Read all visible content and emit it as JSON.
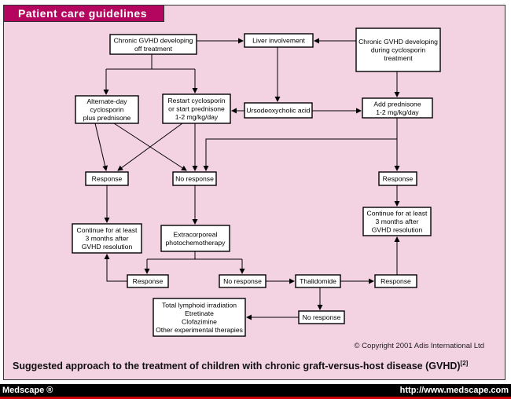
{
  "banner": "Patient care guidelines",
  "nodes": {
    "off_treatment": [
      "Chronic GVHD developing",
      "off treatment"
    ],
    "liver": [
      "Liver involvement"
    ],
    "during_cyclosporin": [
      "Chronic GVHD developing",
      "during cyclosporin",
      "treatment"
    ],
    "alternate_day": [
      "Alternate-day",
      "cyclosporin",
      "plus prednisone"
    ],
    "restart": [
      "Restart cyclosporin",
      "or start prednisone",
      "1-2 mg/kg/day"
    ],
    "urso": [
      "Ursodeoxycholic acid"
    ],
    "add_prednisone": [
      "Add prednisone",
      "1-2 mg/kg/day"
    ],
    "response_left": [
      "Response"
    ],
    "no_response_mid": [
      "No response"
    ],
    "response_right": [
      "Response"
    ],
    "continue_left": [
      "Continue for at least",
      "3 months after",
      "GVHD resolution"
    ],
    "extracorporeal": [
      "Extracorporeal",
      "photochemotherapy"
    ],
    "continue_right": [
      "Continue for at least",
      "3 months after",
      "GVHD resolution"
    ],
    "response_bottom": [
      "Response"
    ],
    "no_response_bottom": [
      "No response"
    ],
    "thalidomide": [
      "Thalidomide"
    ],
    "response_thal": [
      "Response"
    ],
    "no_response_thal": [
      "No response"
    ],
    "other_therapies": [
      "Total lymphoid irradiation",
      "Etretinate",
      "Clofazimine",
      "Other experimental therapies"
    ]
  },
  "copyright": "© Copyright 2001 Adis International Ltd",
  "caption": "Suggested approach to the treatment of children with chronic graft-versus-host disease (GVHD)",
  "caption_ref": "[2]",
  "footer": {
    "brand": "Medscape ®",
    "url": "http://www.medscape.com"
  },
  "colors": {
    "banner": "#b5065f",
    "background": "#f3d2e2",
    "footer": "#000000"
  }
}
